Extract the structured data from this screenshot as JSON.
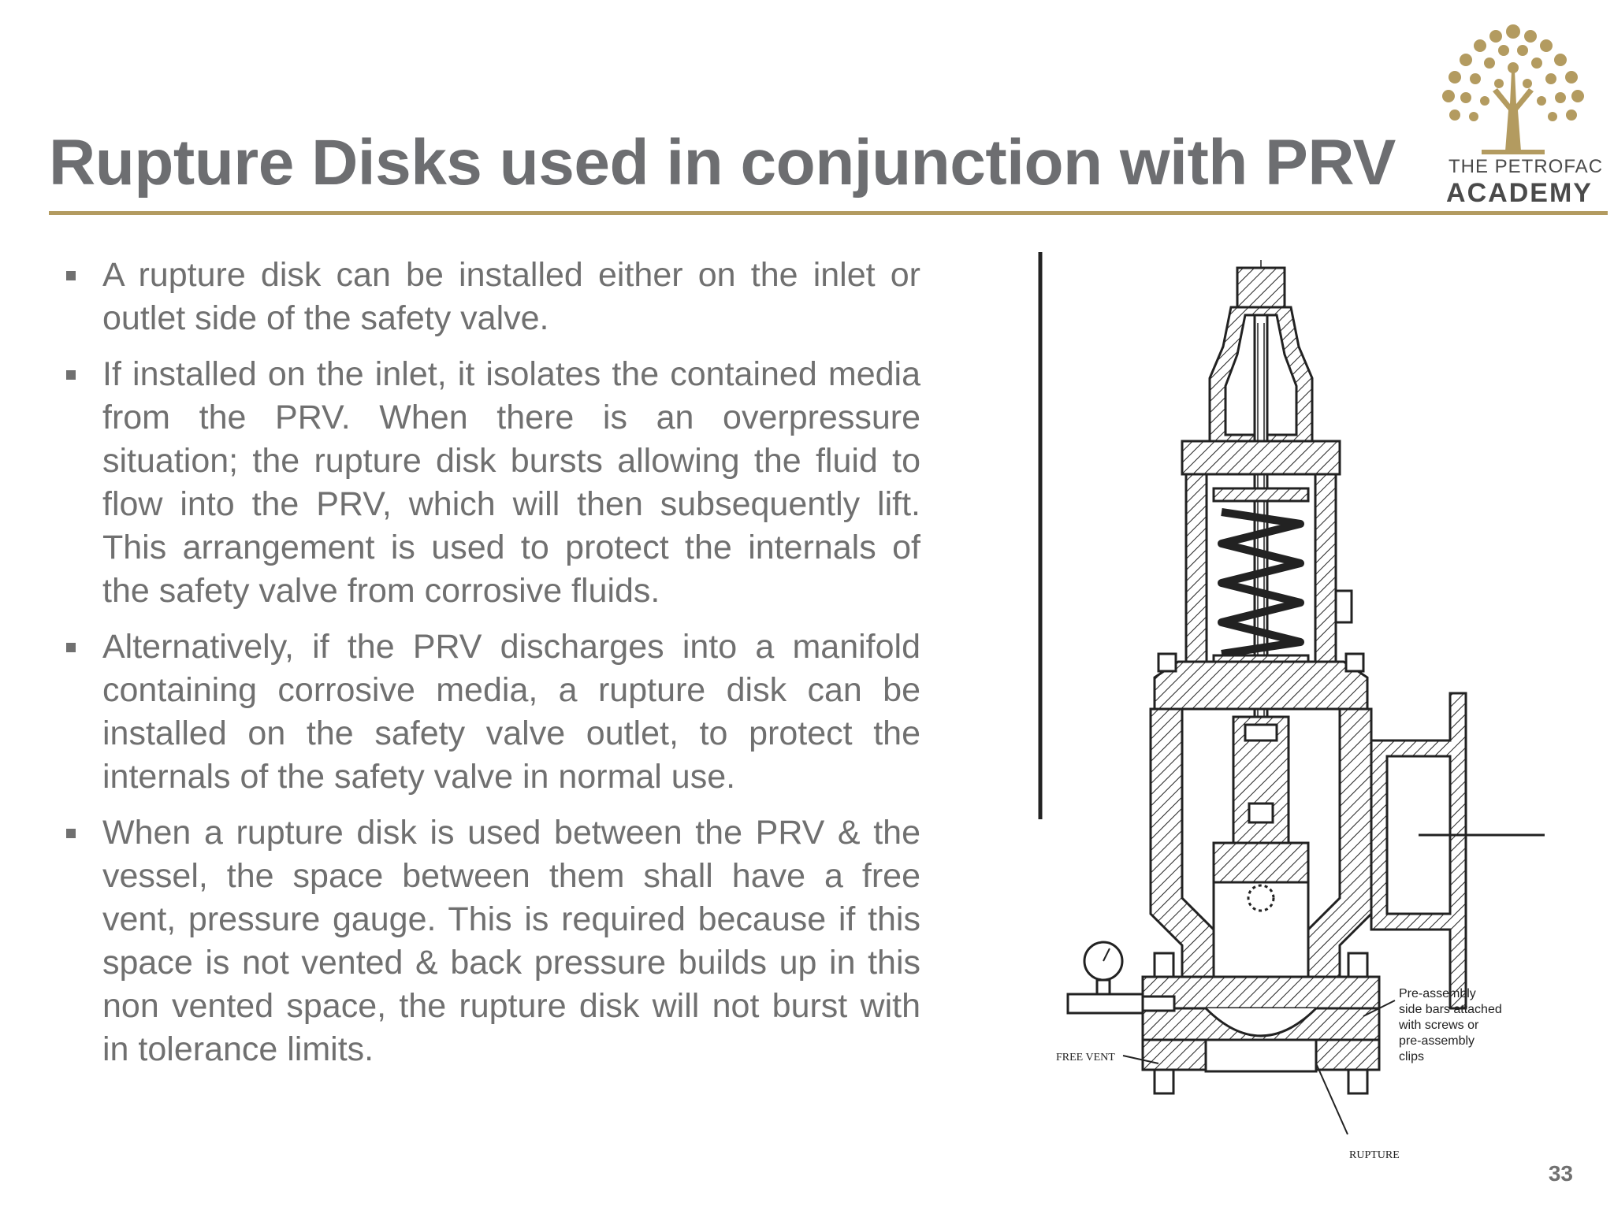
{
  "slide": {
    "title": "Rupture Disks used in conjunction with PRV",
    "page_number": "33"
  },
  "logo": {
    "line1": "THE PETROFAC",
    "line2": "ACADEMY",
    "color": "#b39b60"
  },
  "bullets": [
    "A rupture disk can be installed either on the inlet or outlet side of the safety valve.",
    "If installed on the inlet, it isolates the contained media from the PRV. When there is an overpressure situation; the rupture disk bursts allowing the fluid to flow into the PRV, which will then subsequently lift. This arrangement is used to protect the internals of the safety valve from corrosive fluids.",
    "Alternatively, if the PRV discharges into a manifold containing corrosive media, a rupture disk can be installed on the safety valve outlet, to protect the internals of the safety valve in normal use.",
    "When a rupture disk is used between the PRV & the vessel, the space between them shall have a free vent, pressure gauge. This is required because if this space is not vented & back pressure builds up in this non vented space, the rupture disk will not burst with in tolerance limits."
  ],
  "diagram": {
    "label_free_vent": "FREE VENT",
    "label_rupture": "RUPTURE",
    "callout_line1": "Pre-assembly",
    "callout_line2": "side bars attached",
    "callout_line3": "with screws or",
    "callout_line4": "pre-assembly",
    "callout_line5": "clips"
  },
  "colors": {
    "accent": "#b39b60",
    "title": "#6d6e71",
    "body_text": "#707070"
  }
}
